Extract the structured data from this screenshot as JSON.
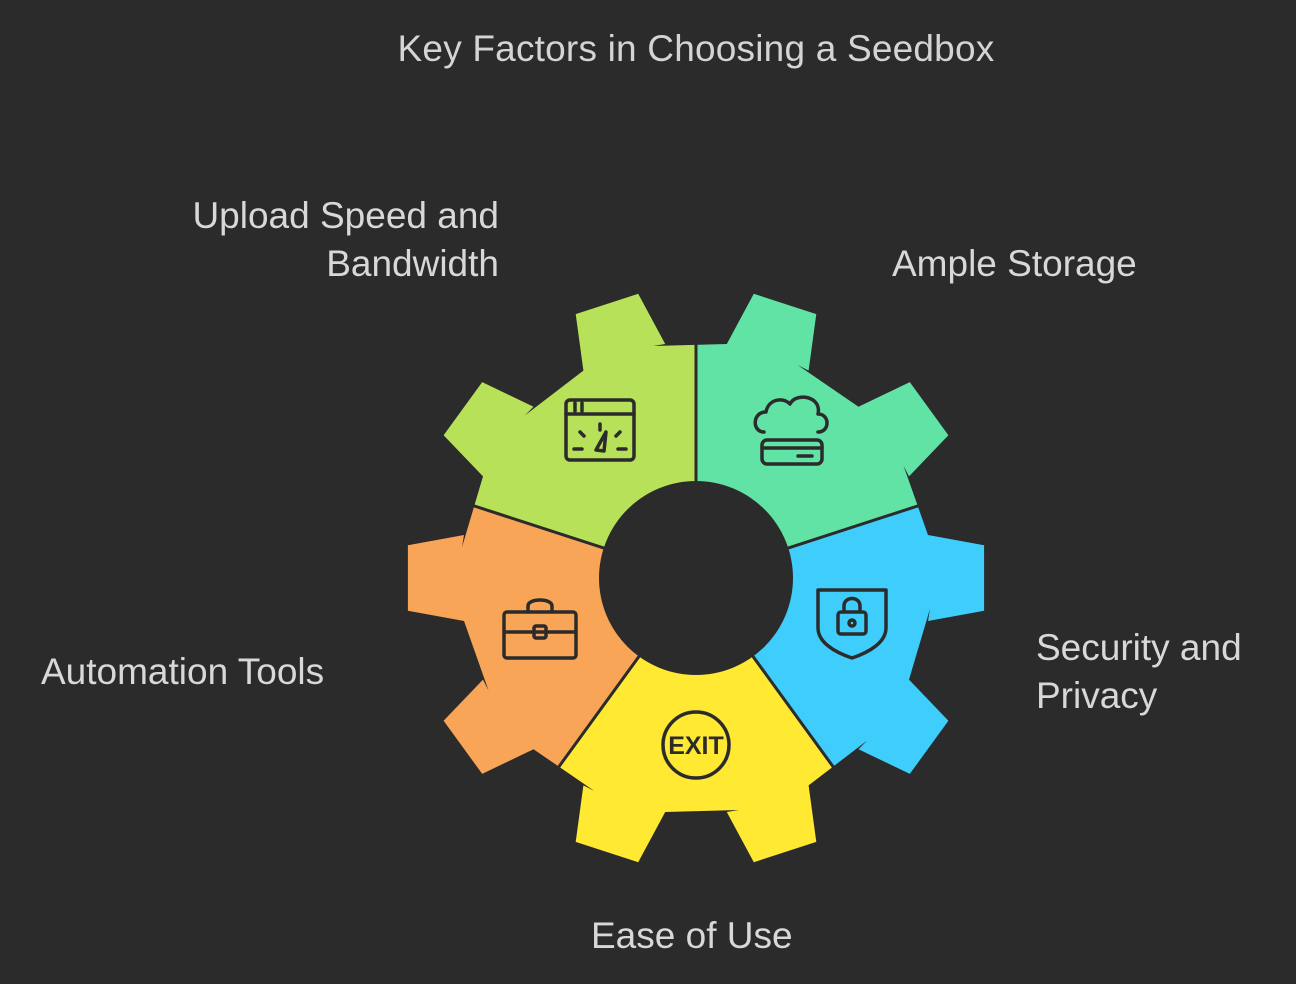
{
  "title": "Key Factors in Choosing a Seedbox",
  "segments": [
    {
      "id": "upload",
      "lines": [
        "Upload Speed and",
        "Bandwidth"
      ],
      "color": "#62e3a6",
      "icon": "speedometer-window-icon"
    },
    {
      "id": "storage",
      "lines": [
        "Ample Storage"
      ],
      "color": "#3fcdfc",
      "icon": "cloud-storage-icon"
    },
    {
      "id": "security",
      "lines": [
        "Security and",
        "Privacy"
      ],
      "color": "#ffe933",
      "icon": "shield-lock-icon"
    },
    {
      "id": "ease",
      "lines": [
        "Ease of Use"
      ],
      "color": "#f9a557",
      "icon": "exit-sign-icon"
    },
    {
      "id": "automation",
      "lines": [
        "Automation Tools"
      ],
      "color": "#b8e15a",
      "icon": "toolbox-icon"
    }
  ],
  "icon_text": {
    "exit": "EXIT"
  },
  "background": "#2b2b2b"
}
